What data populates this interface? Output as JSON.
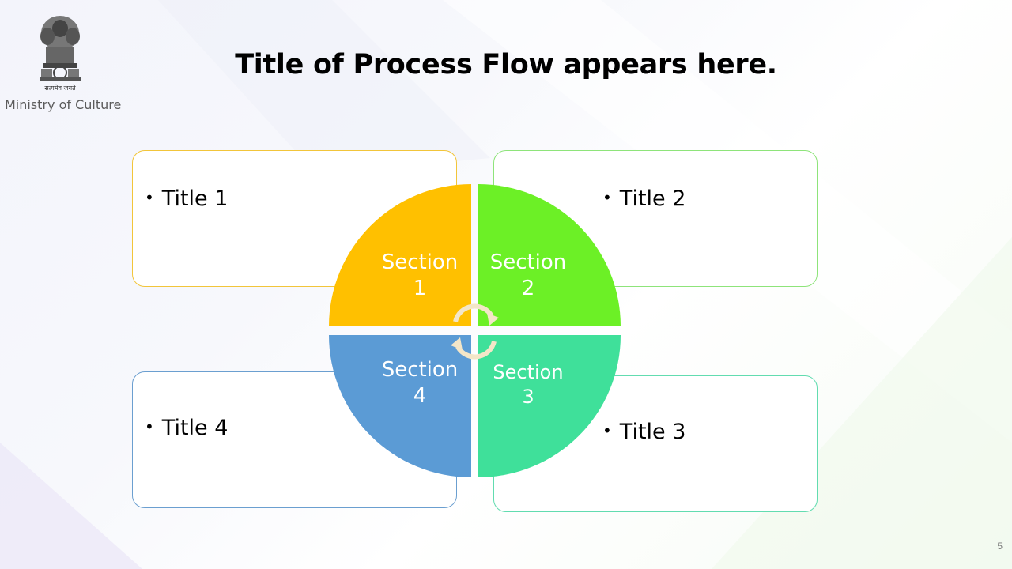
{
  "header": {
    "ministry": "Ministry of Culture",
    "emblem_motto": "सत्यमेव जयते",
    "title": "Title of Process Flow appears here."
  },
  "diagram": {
    "bullet": "•",
    "sections": [
      {
        "label_line1": "Section",
        "label_line2": "1",
        "title": "Title 1",
        "color": "#FFC000"
      },
      {
        "label_line1": "Section",
        "label_line2": "2",
        "title": "Title 2",
        "color": "#6CF026"
      },
      {
        "label_line1": "Section",
        "label_line2": "3",
        "title": "Title 3",
        "color": "#3FE09A"
      },
      {
        "label_line1": "Section",
        "label_line2": "4",
        "title": "Title 4",
        "color": "#5B9BD5"
      }
    ],
    "cycle_arrow_color": "#F3E6C8"
  },
  "footer": {
    "page_number": "5"
  }
}
